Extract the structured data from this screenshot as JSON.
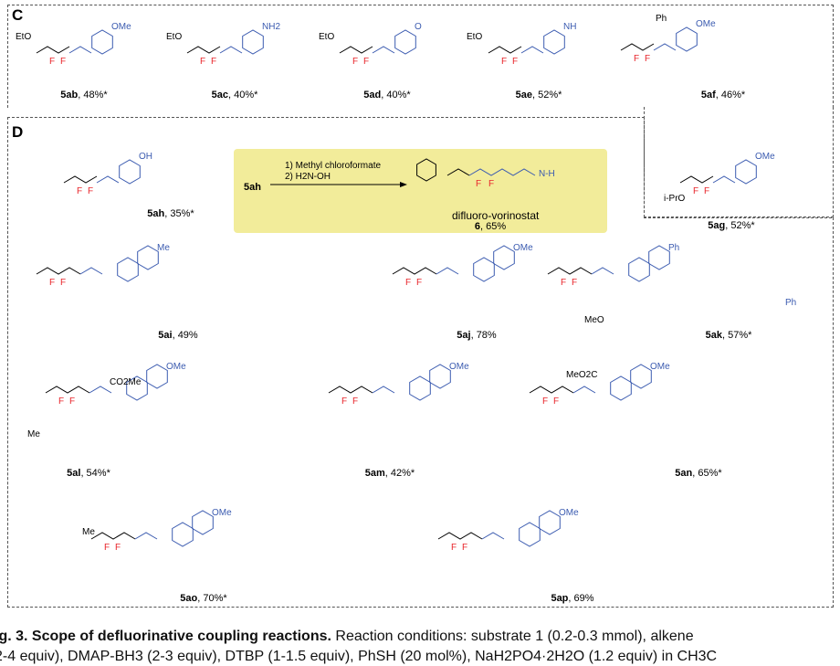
{
  "panels": {
    "c": "C",
    "d": "D"
  },
  "compounds": [
    {
      "id": "5ab",
      "yield": ", 48%*",
      "sub": "OMe"
    },
    {
      "id": "5ac",
      "yield": ", 40%*",
      "sub": "NH2"
    },
    {
      "id": "5ad",
      "yield": ", 40%*",
      "sub": "O"
    },
    {
      "id": "5ae",
      "yield": ", 52%*",
      "sub": "NH"
    },
    {
      "id": "5af",
      "yield": ", 46%*",
      "sub": "OMe"
    },
    {
      "id": "5ag",
      "yield": ", 52%*",
      "sub": "OMe"
    },
    {
      "id": "5ah",
      "yield": ", 35%*",
      "sub": "OH"
    },
    {
      "id": "5ai",
      "yield": ", 49%",
      "sub": "Me"
    },
    {
      "id": "5aj",
      "yield": ", 78%",
      "sub": "OMe"
    },
    {
      "id": "5ak",
      "yield": ", 57%*",
      "sub": "Ph"
    },
    {
      "id": "5al",
      "yield": ", 54%*",
      "sub": "OMe"
    },
    {
      "id": "5am",
      "yield": ", 42%*",
      "sub": "OMe"
    },
    {
      "id": "5an",
      "yield": ", 65%*",
      "sub": "OMe"
    },
    {
      "id": "5ao",
      "yield": ", 70%*",
      "sub": "OMe"
    },
    {
      "id": "5ap",
      "yield": ", 69%",
      "sub": "OMe"
    }
  ],
  "atoms": {
    "etO": "EtO",
    "iPrO": "i-PrO",
    "ph": "Ph",
    "f": "F",
    "co2me": "CO2Me",
    "meo2c": "MeO2C",
    "meo": "MeO",
    "me": "Me",
    "nh": "N-H"
  },
  "reaction": {
    "start": "5ah",
    "step1": "1) Methyl chloroformate",
    "step2": "2) H2N-OH",
    "product_name": "difluoro-vorinostat",
    "product_id": "6",
    "product_yield": ", 65%"
  },
  "caption": {
    "title": "ig. 3. Scope of defluorinative coupling reactions.",
    "line1": " Reaction conditions: substrate 1 (0.2-0.3 mmol), alkene",
    "line2": "2-4 equiv), DMAP-BH3 (2-3 equiv), DTBP (1-1.5 equiv), PhSH (20 mol%), NaH2PO4·2H2O (1.2 equiv) in CH3C"
  }
}
